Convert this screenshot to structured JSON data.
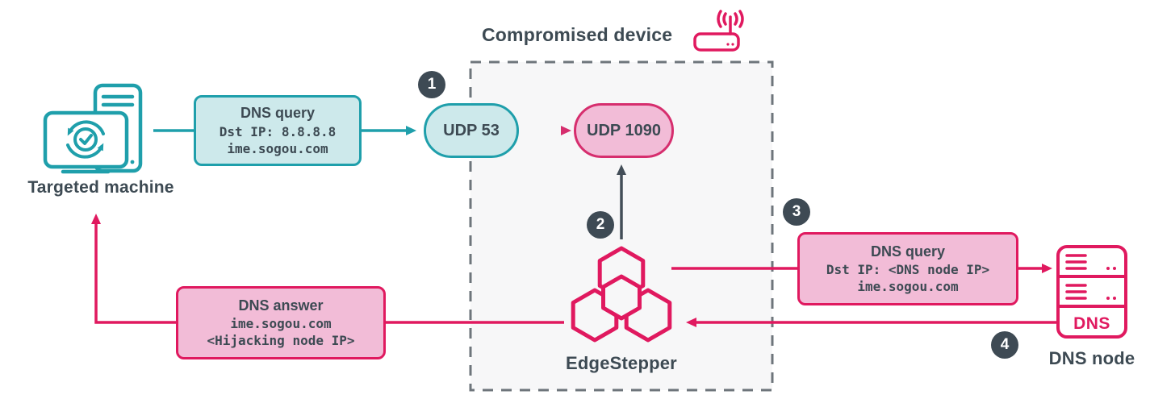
{
  "diagram": {
    "zone_title": "Compromised device",
    "nodes": {
      "targeted_machine_label": "Targeted machine",
      "udp53_label": "UDP 53",
      "udp1090_label": "UDP 1090",
      "edgestepper_label": "EdgeStepper",
      "dns_node_label": "DNS node",
      "dns_node_icon_text": "DNS"
    },
    "boxes": {
      "dns_query_left": {
        "title": "DNS query",
        "lines": [
          "Dst IP: 8.8.8.8",
          "ime.sogou.com"
        ]
      },
      "dns_query_right": {
        "title": "DNS query",
        "lines": [
          "Dst IP: <DNS node IP>",
          "ime.sogou.com"
        ]
      },
      "dns_answer": {
        "title": "DNS answer",
        "lines": [
          "ime.sogou.com",
          "<Hijacking node IP>"
        ]
      }
    },
    "steps": [
      "1",
      "2",
      "3",
      "4"
    ],
    "colors": {
      "teal": "#1f9fab",
      "teal_fill": "#cde9eb",
      "pink": "#e0195f",
      "pink_border": "#d62e6e",
      "pink_fill": "#f2bcd7",
      "slate_text": "#3d4a53",
      "badge_bg": "#3e4a54",
      "dark_arrow": "#434e58",
      "dashed_border": "#6e757b",
      "zone_fill": "#f7f7f8"
    }
  }
}
